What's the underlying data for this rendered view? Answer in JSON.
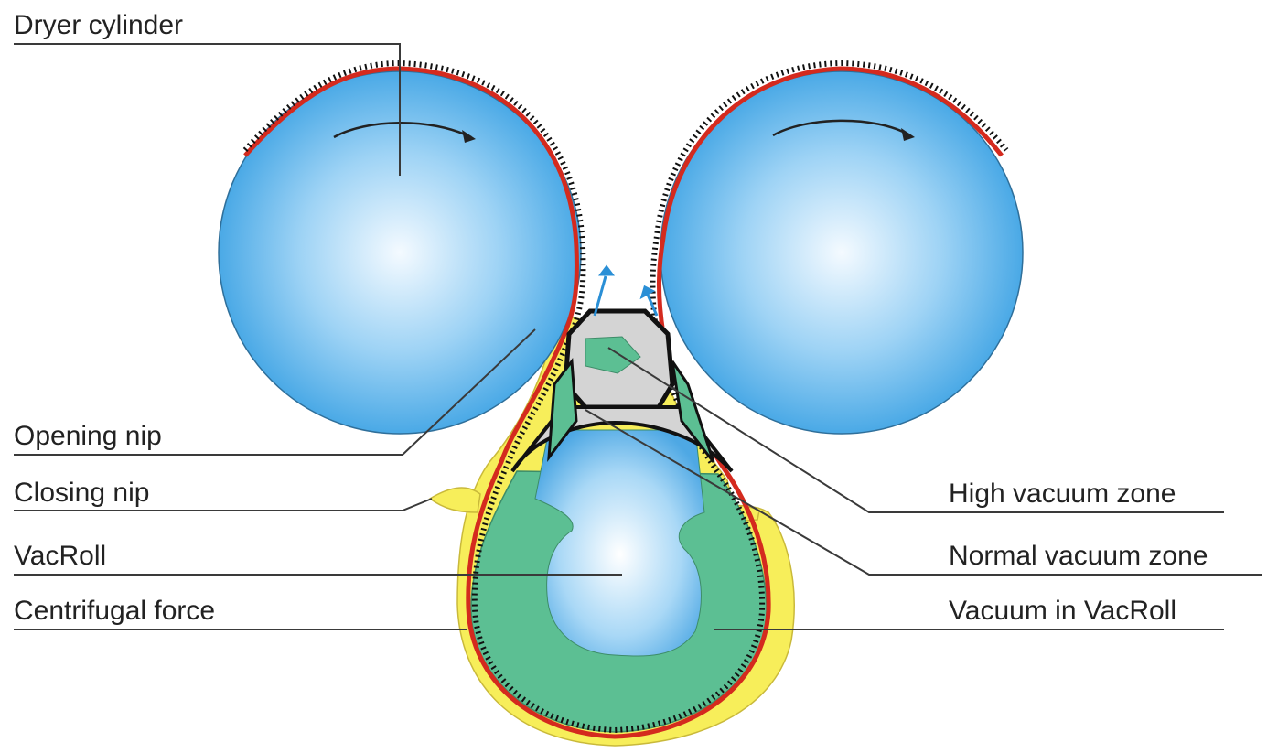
{
  "labels": {
    "dryer_cylinder": "Dryer cylinder",
    "opening_nip": "Opening nip",
    "closing_nip": "Closing nip",
    "vacroll": "VacRoll",
    "centrifugal_force": "Centrifugal force",
    "high_vacuum_zone": "High vacuum zone",
    "normal_vacuum_zone": "Normal vacuum zone",
    "vacuum_in_vacroll": "Vacuum in VacRoll"
  },
  "colors": {
    "cylinder_fill": "#5ab4ec",
    "cylinder_center": "#f4faff",
    "fabric_red": "#d42a1e",
    "water_yellow": "#f7ee5a",
    "vacuum_green": "#5cbf93",
    "casing_grey": "#d4d4d4"
  }
}
